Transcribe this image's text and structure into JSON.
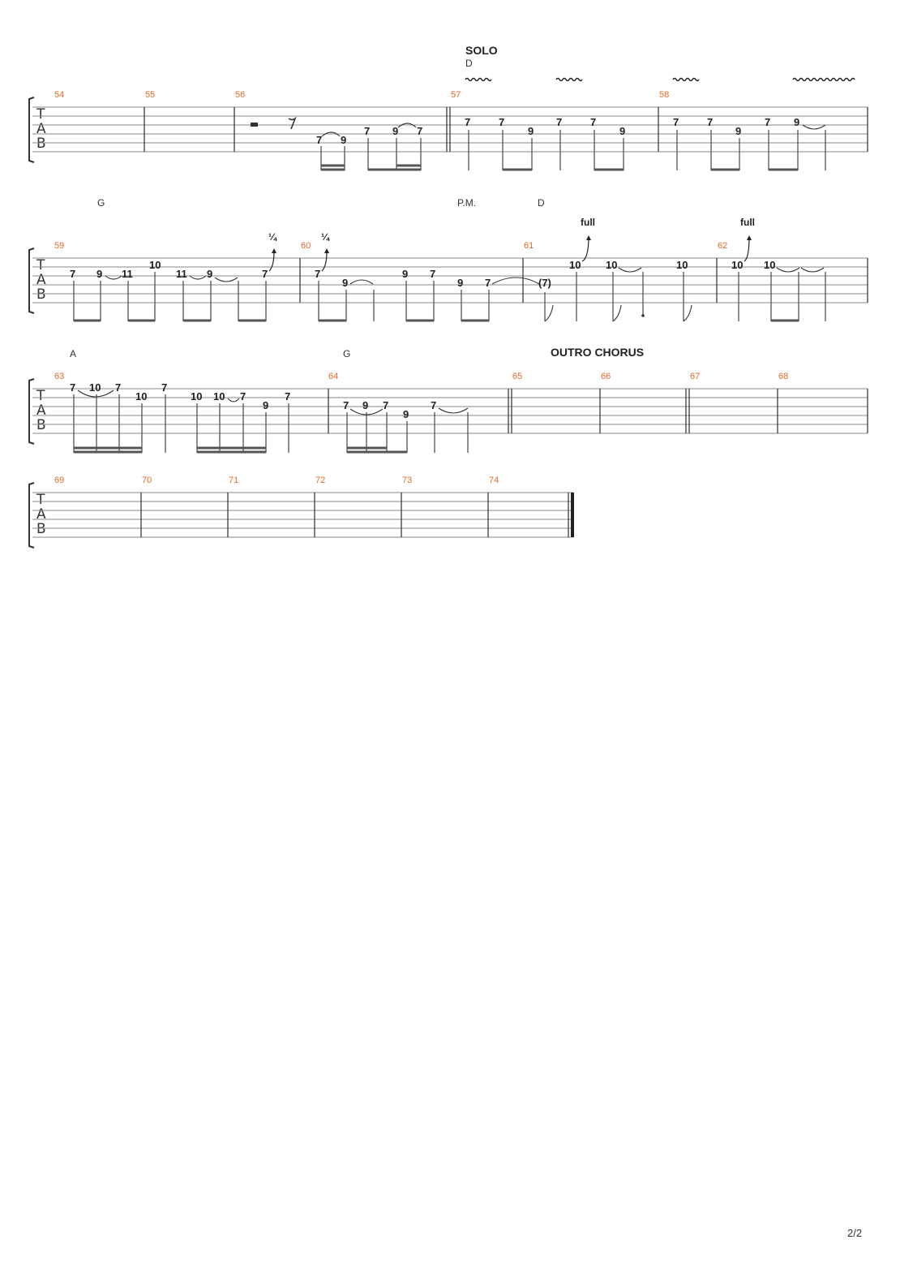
{
  "page": {
    "number": "2/2"
  },
  "tab_clef": "TAB",
  "systems": [
    {
      "measures": [
        {
          "number": "54"
        },
        {
          "number": "55"
        },
        {
          "number": "56"
        },
        {
          "number": "57"
        },
        {
          "number": "58"
        }
      ],
      "section_label": "SOLO",
      "chords": [
        "D"
      ],
      "frets": [
        "7",
        "9",
        "7",
        "9",
        "7",
        "7",
        "7",
        "9",
        "7",
        "7",
        "9",
        "7",
        "7",
        "9",
        "7",
        "9"
      ]
    },
    {
      "measures": [
        {
          "number": "59"
        },
        {
          "number": "60"
        },
        {
          "number": "61"
        },
        {
          "number": "62"
        }
      ],
      "chords": [
        "G",
        "D"
      ],
      "palm_mute": "P.M.",
      "bends": [
        "¼",
        "¼",
        "full",
        "full"
      ],
      "frets": [
        "7",
        "9",
        "11",
        "10",
        "11",
        "9",
        "7",
        "7",
        "9",
        "9",
        "7",
        "9",
        "7",
        "(7)",
        "10",
        "10",
        "10",
        "10",
        "10"
      ]
    },
    {
      "measures": [
        {
          "number": "63"
        },
        {
          "number": "64"
        },
        {
          "number": "65"
        },
        {
          "number": "66"
        },
        {
          "number": "67"
        },
        {
          "number": "68"
        }
      ],
      "section_label": "OUTRO CHORUS",
      "chords": [
        "A",
        "G"
      ],
      "frets": [
        "7",
        "10",
        "7",
        "10",
        "7",
        "10",
        "10",
        "7",
        "9",
        "7",
        "7",
        "9",
        "7",
        "9",
        "7"
      ]
    },
    {
      "measures": [
        {
          "number": "69"
        },
        {
          "number": "70"
        },
        {
          "number": "71"
        },
        {
          "number": "72"
        },
        {
          "number": "73"
        },
        {
          "number": "74"
        }
      ]
    }
  ]
}
